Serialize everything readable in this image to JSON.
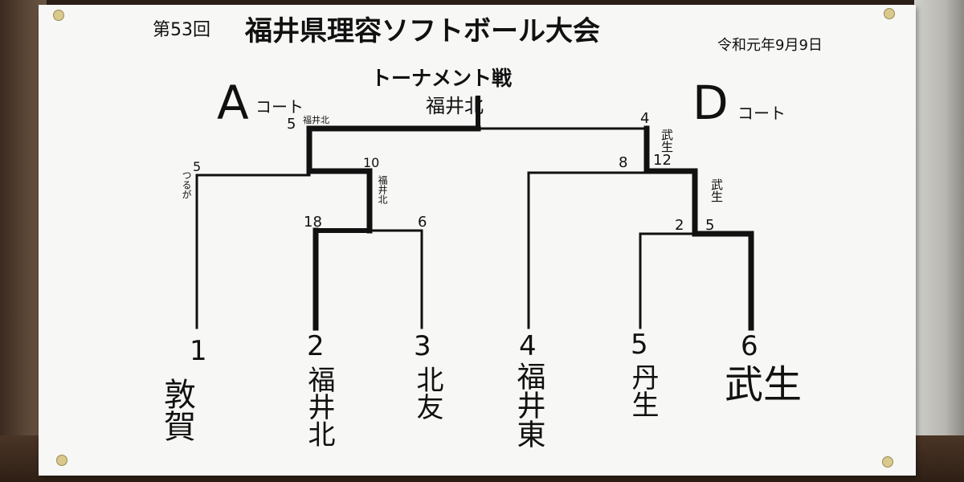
{
  "poster": {
    "edition": "第53回",
    "title": "福井県理容ソフトボール大会",
    "date": "令和元年9月9日",
    "subtitle": "トーナメント戦",
    "winner": "福井北",
    "court_a_letter": "A",
    "court_a_suffix": "コート",
    "court_d_letter": "D",
    "court_d_suffix": "コート"
  },
  "teams": [
    {
      "seed": "1",
      "name": "敦賀"
    },
    {
      "seed": "2",
      "name": "福井北"
    },
    {
      "seed": "3",
      "name": "北友"
    },
    {
      "seed": "4",
      "name": "福井東"
    },
    {
      "seed": "5",
      "name": "丹生"
    },
    {
      "seed": "6",
      "name": "武生"
    }
  ],
  "scores": {
    "r1_left_2": "18",
    "r1_left_3": "6",
    "r1_right_5": "2",
    "r1_right_6": "5",
    "sf_left_1": "5",
    "sf_left_winner": "10",
    "sf_right_4": "8",
    "sf_right_winner": "12",
    "final_left": "5",
    "final_right": "4"
  },
  "annotations": {
    "r1_left_winner": "福井北",
    "r1_right_winner": "武生",
    "sf_left_1_team": "つるが",
    "sf_right_winner_team": "武生",
    "final_left_team": "福井北"
  },
  "colors": {
    "ink": "#111111",
    "paper": "#f7f7f5"
  }
}
